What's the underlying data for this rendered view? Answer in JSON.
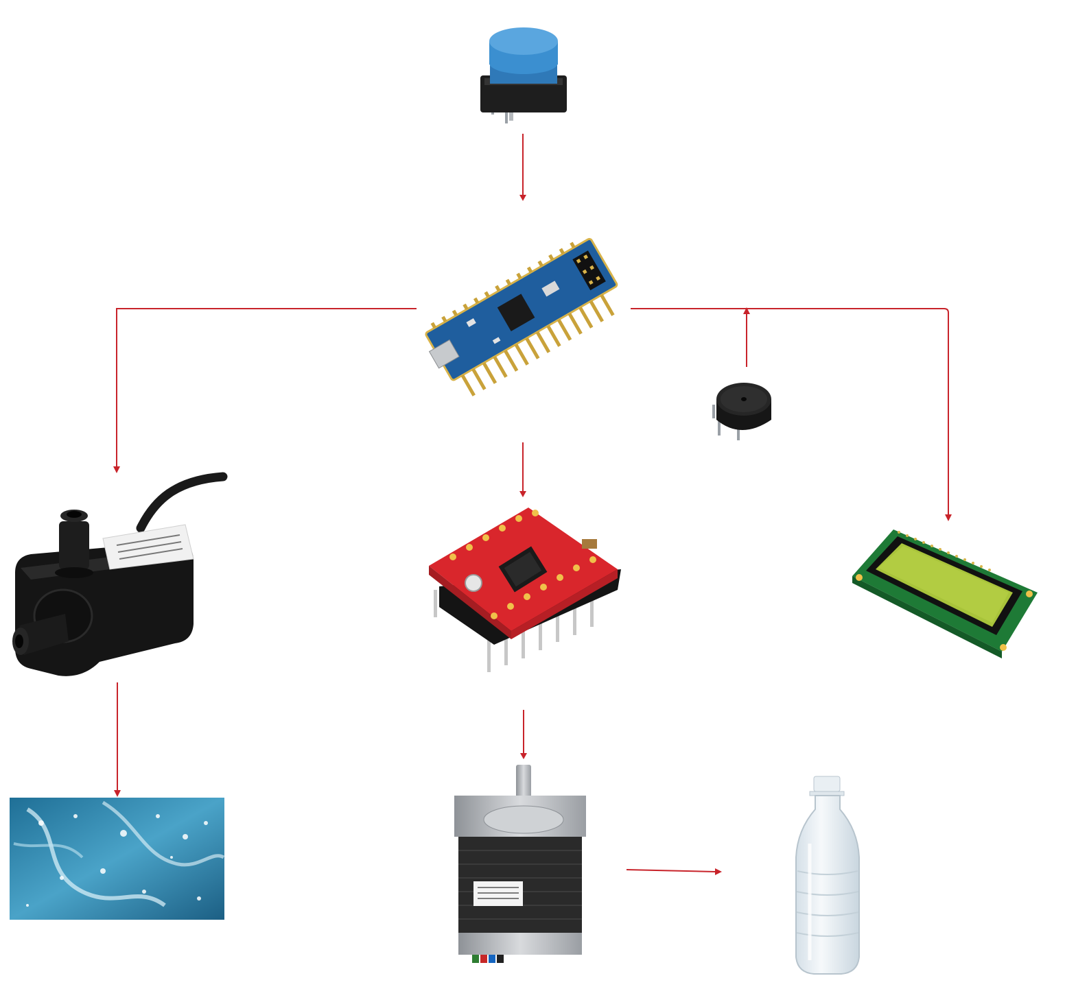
{
  "palette": {
    "background": "#ffffff",
    "connector": "#c8232a",
    "button_cap": "#3b8fd0",
    "arduino_pcb": "#1f5e9e",
    "driver_pcb": "#d9262c",
    "lcd_pcb": "#1e7a36",
    "lcd_screen": "#a8c33a",
    "motor_body": "#2a2a2a",
    "motor_metal": "#b9bcc0",
    "pump_body": "#151515",
    "water": "#2f7fa6",
    "bottle": "#e6eef3"
  },
  "components": [
    {
      "id": "push-button",
      "icon": "tactile-push-button-icon"
    },
    {
      "id": "arduino-nano",
      "icon": "arduino-nano-board-icon"
    },
    {
      "id": "water-pump",
      "icon": "mini-water-pump-icon"
    },
    {
      "id": "stepper-driver",
      "icon": "a4988-stepper-driver-icon"
    },
    {
      "id": "buzzer",
      "icon": "piezo-buzzer-icon"
    },
    {
      "id": "lcd-display",
      "icon": "lcd-16x2-display-icon"
    },
    {
      "id": "water",
      "icon": "water-splash-icon"
    },
    {
      "id": "stepper-motor",
      "icon": "nema17-stepper-motor-icon"
    },
    {
      "id": "bottle",
      "icon": "plastic-bottle-icon"
    }
  ],
  "connections": [
    {
      "from": "push-button",
      "to": "arduino-nano"
    },
    {
      "from": "arduino-nano",
      "to": "water-pump"
    },
    {
      "from": "arduino-nano",
      "to": "stepper-driver"
    },
    {
      "from": "buzzer",
      "to": "arduino-nano"
    },
    {
      "from": "arduino-nano",
      "to": "lcd-display"
    },
    {
      "from": "water-pump",
      "to": "water"
    },
    {
      "from": "stepper-driver",
      "to": "stepper-motor"
    },
    {
      "from": "stepper-motor",
      "to": "bottle"
    }
  ]
}
